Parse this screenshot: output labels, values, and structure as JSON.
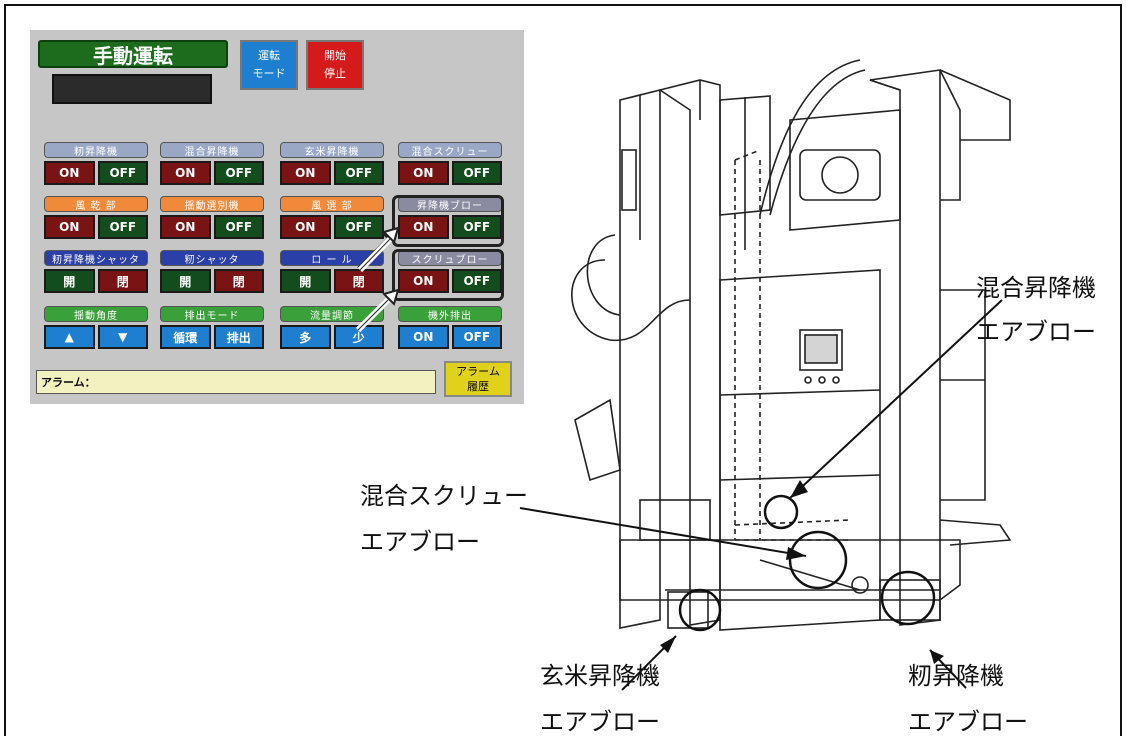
{
  "panel": {
    "title": "手動運転",
    "mode_button": [
      "運転",
      "モード"
    ],
    "startstop_button": [
      "開始",
      "停止"
    ],
    "groups": [
      {
        "header": "籾昇降機",
        "header_color": "#9aa8c6",
        "buttons": [
          "ON",
          "OFF"
        ]
      },
      {
        "header": "混合昇降機",
        "header_color": "#9aa8c6",
        "buttons": [
          "ON",
          "OFF"
        ]
      },
      {
        "header": "玄米昇降機",
        "header_color": "#9aa8c6",
        "buttons": [
          "ON",
          "OFF"
        ]
      },
      {
        "header": "混合スクリュー",
        "header_color": "#9aa8c6",
        "buttons": [
          "ON",
          "OFF"
        ]
      },
      {
        "header": "風 乾 部",
        "header_color": "#f08a3a",
        "buttons": [
          "ON",
          "OFF"
        ]
      },
      {
        "header": "揺動選別機",
        "header_color": "#f08a3a",
        "buttons": [
          "ON",
          "OFF"
        ]
      },
      {
        "header": "風 選 部",
        "header_color": "#f08a3a",
        "buttons": [
          "ON",
          "OFF"
        ]
      },
      {
        "header": "昇降機ブロー",
        "header_color": "#8a8aa0",
        "buttons": [
          "ON",
          "OFF"
        ]
      },
      {
        "header": "籾昇降機シャッタ",
        "header_color": "#2b3fa8",
        "buttons": [
          "開",
          "閉"
        ]
      },
      {
        "header": "籾シャッタ",
        "header_color": "#2b3fa8",
        "buttons": [
          "開",
          "閉"
        ]
      },
      {
        "header": "ロ ー ル",
        "header_color": "#2b3fa8",
        "buttons": [
          "開",
          "閉"
        ]
      },
      {
        "header": "スクリュブロー",
        "header_color": "#8a8aa0",
        "buttons": [
          "ON",
          "OFF"
        ]
      },
      {
        "header": "揺動角度",
        "header_color": "#3aa03a",
        "buttons": [
          "▲",
          "▼"
        ]
      },
      {
        "header": "排出モード",
        "header_color": "#3aa03a",
        "buttons": [
          "循環",
          "排出"
        ]
      },
      {
        "header": "流量調節",
        "header_color": "#3aa03a",
        "buttons": [
          "多",
          "少"
        ]
      },
      {
        "header": "機外排出",
        "header_color": "#3aa03a",
        "buttons": [
          "ON",
          "OFF"
        ]
      }
    ],
    "alarm_label": "アラーム：",
    "alarm_history": [
      "アラーム",
      "履歴"
    ]
  },
  "labels": {
    "mixing_elevator": [
      "混合昇降機",
      "エアブロー"
    ],
    "mixing_screw": [
      "混合スクリュー",
      "エアブロー"
    ],
    "brown_rice_elevator": [
      "玄米昇降機",
      "エアブロー"
    ],
    "paddy_elevator": [
      "籾昇降機",
      "エアブロー"
    ]
  }
}
